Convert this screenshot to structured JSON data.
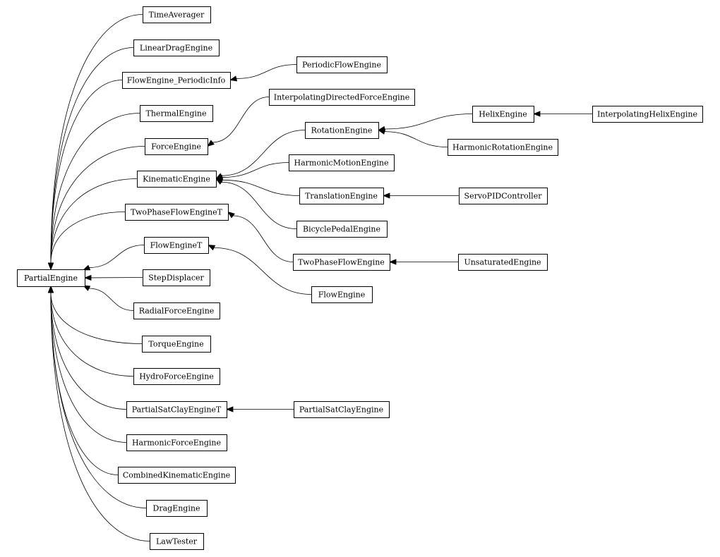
{
  "diagram": {
    "kind": "class inheritance graph",
    "edge_color": "#000000",
    "node_border_color": "#000000",
    "node_fill_color": "#ffffff",
    "nodes": [
      {
        "id": "PartialEngine",
        "label": "PartialEngine"
      },
      {
        "id": "TimeAverager",
        "label": "TimeAverager"
      },
      {
        "id": "LinearDragEngine",
        "label": "LinearDragEngine"
      },
      {
        "id": "FlowEngine_PeriodicInfo",
        "label": "FlowEngine_PeriodicInfo"
      },
      {
        "id": "ThermalEngine",
        "label": "ThermalEngine"
      },
      {
        "id": "ForceEngine",
        "label": "ForceEngine"
      },
      {
        "id": "KinematicEngine",
        "label": "KinematicEngine"
      },
      {
        "id": "TwoPhaseFlowEngineT",
        "label": "TwoPhaseFlowEngineT"
      },
      {
        "id": "FlowEngineT",
        "label": "FlowEngineT"
      },
      {
        "id": "StepDisplacer",
        "label": "StepDisplacer"
      },
      {
        "id": "RadialForceEngine",
        "label": "RadialForceEngine"
      },
      {
        "id": "TorqueEngine",
        "label": "TorqueEngine"
      },
      {
        "id": "HydroForceEngine",
        "label": "HydroForceEngine"
      },
      {
        "id": "PartialSatClayEngineT",
        "label": "PartialSatClayEngineT"
      },
      {
        "id": "HarmonicForceEngine",
        "label": "HarmonicForceEngine"
      },
      {
        "id": "CombinedKinematicEngine",
        "label": "CombinedKinematicEngine"
      },
      {
        "id": "DragEngine",
        "label": "DragEngine"
      },
      {
        "id": "LawTester",
        "label": "LawTester"
      },
      {
        "id": "PeriodicFlowEngine",
        "label": "PeriodicFlowEngine"
      },
      {
        "id": "InterpolatingDirectedForceEngine",
        "label": "InterpolatingDirectedForceEngine"
      },
      {
        "id": "RotationEngine",
        "label": "RotationEngine"
      },
      {
        "id": "HarmonicMotionEngine",
        "label": "HarmonicMotionEngine"
      },
      {
        "id": "TranslationEngine",
        "label": "TranslationEngine"
      },
      {
        "id": "BicyclePedalEngine",
        "label": "BicyclePedalEngine"
      },
      {
        "id": "TwoPhaseFlowEngine",
        "label": "TwoPhaseFlowEngine"
      },
      {
        "id": "FlowEngine",
        "label": "FlowEngine"
      },
      {
        "id": "PartialSatClayEngine",
        "label": "PartialSatClayEngine"
      },
      {
        "id": "HelixEngine",
        "label": "HelixEngine"
      },
      {
        "id": "HarmonicRotationEngine",
        "label": "HarmonicRotationEngine"
      },
      {
        "id": "ServoPIDController",
        "label": "ServoPIDController"
      },
      {
        "id": "UnsaturatedEngine",
        "label": "UnsaturatedEngine"
      },
      {
        "id": "InterpolatingHelixEngine",
        "label": "InterpolatingHelixEngine"
      }
    ],
    "edges": [
      {
        "from": "TimeAverager",
        "to": "PartialEngine"
      },
      {
        "from": "LinearDragEngine",
        "to": "PartialEngine"
      },
      {
        "from": "FlowEngine_PeriodicInfo",
        "to": "PartialEngine"
      },
      {
        "from": "ThermalEngine",
        "to": "PartialEngine"
      },
      {
        "from": "ForceEngine",
        "to": "PartialEngine"
      },
      {
        "from": "KinematicEngine",
        "to": "PartialEngine"
      },
      {
        "from": "TwoPhaseFlowEngineT",
        "to": "PartialEngine"
      },
      {
        "from": "FlowEngineT",
        "to": "PartialEngine"
      },
      {
        "from": "StepDisplacer",
        "to": "PartialEngine"
      },
      {
        "from": "RadialForceEngine",
        "to": "PartialEngine"
      },
      {
        "from": "TorqueEngine",
        "to": "PartialEngine"
      },
      {
        "from": "HydroForceEngine",
        "to": "PartialEngine"
      },
      {
        "from": "PartialSatClayEngineT",
        "to": "PartialEngine"
      },
      {
        "from": "HarmonicForceEngine",
        "to": "PartialEngine"
      },
      {
        "from": "CombinedKinematicEngine",
        "to": "PartialEngine"
      },
      {
        "from": "DragEngine",
        "to": "PartialEngine"
      },
      {
        "from": "LawTester",
        "to": "PartialEngine"
      },
      {
        "from": "PeriodicFlowEngine",
        "to": "FlowEngine_PeriodicInfo"
      },
      {
        "from": "InterpolatingDirectedForceEngine",
        "to": "ForceEngine"
      },
      {
        "from": "RotationEngine",
        "to": "KinematicEngine"
      },
      {
        "from": "HarmonicMotionEngine",
        "to": "KinematicEngine"
      },
      {
        "from": "TranslationEngine",
        "to": "KinematicEngine"
      },
      {
        "from": "BicyclePedalEngine",
        "to": "KinematicEngine"
      },
      {
        "from": "TwoPhaseFlowEngine",
        "to": "TwoPhaseFlowEngineT"
      },
      {
        "from": "FlowEngine",
        "to": "FlowEngineT"
      },
      {
        "from": "PartialSatClayEngine",
        "to": "PartialSatClayEngineT"
      },
      {
        "from": "HelixEngine",
        "to": "RotationEngine"
      },
      {
        "from": "HarmonicRotationEngine",
        "to": "RotationEngine"
      },
      {
        "from": "ServoPIDController",
        "to": "TranslationEngine"
      },
      {
        "from": "UnsaturatedEngine",
        "to": "TwoPhaseFlowEngine"
      },
      {
        "from": "InterpolatingHelixEngine",
        "to": "HelixEngine"
      }
    ]
  }
}
